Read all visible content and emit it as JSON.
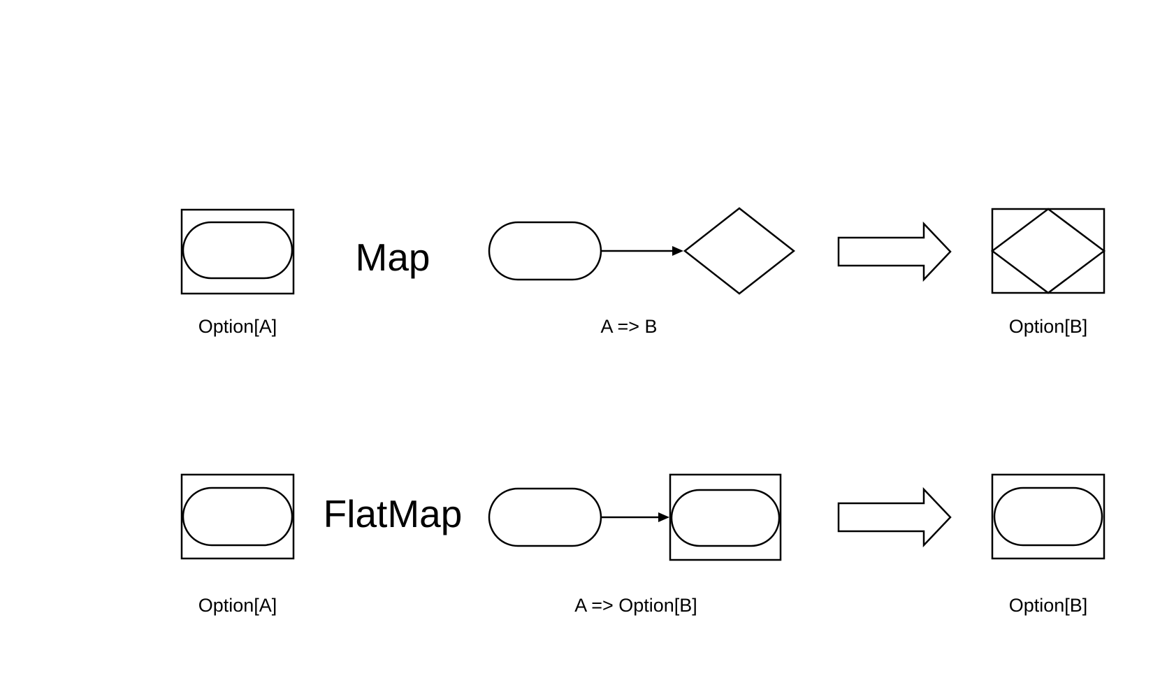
{
  "diagram": {
    "rows": [
      {
        "title": "Map",
        "input_label": "Option[A]",
        "function_label": "A => B",
        "output_label": "Option[B]"
      },
      {
        "title": "FlatMap",
        "input_label": "Option[A]",
        "function_label": "A => Option[B]",
        "output_label": "Option[B]"
      }
    ],
    "colors": {
      "background": "#ffffff",
      "stroke": "#000000",
      "text": "#000000"
    }
  }
}
